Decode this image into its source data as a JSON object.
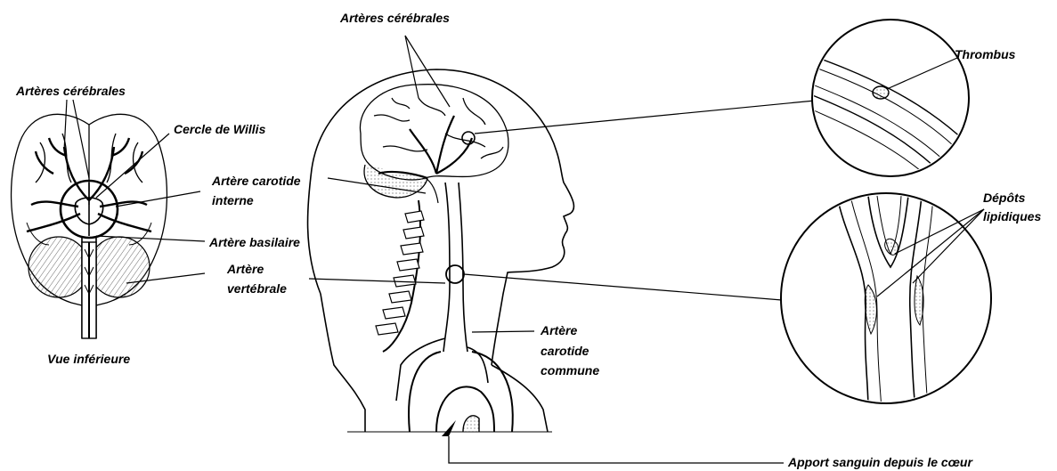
{
  "labels": {
    "arteres_cerebrales_top": "Artères cérébrales",
    "arteres_cerebrales_left": "Artères cérébrales",
    "cercle_de_willis": "Cercle de Willis",
    "artere_carotide_interne_1": "Artère carotide",
    "artere_carotide_interne_2": "interne",
    "artere_basilaire": "Artère basilaire",
    "artere_vertebrale_1": "Artère",
    "artere_vertebrale_2": "vertébrale",
    "vue_inferieure": "Vue inférieure",
    "thrombus": "Thrombus",
    "depots_lipidiques_1": "Dépôts",
    "depots_lipidiques_2": "lipidiques",
    "artere_carotide_commune_1": "Artère",
    "artere_carotide_commune_2": "carotide",
    "artere_carotide_commune_3": "commune",
    "apport_sanguin": "Apport sanguin depuis le cœur"
  }
}
